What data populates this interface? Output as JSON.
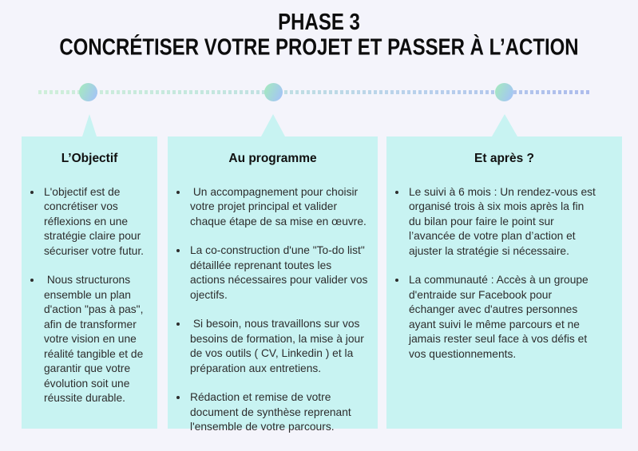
{
  "header": {
    "line1": "PHASE 3",
    "line2": "CONCRÉTISER VOTRE PROJET ET PASSER À L’ACTION"
  },
  "timeline": {
    "dot_count": 3,
    "dot_gradient_start": "#a5e5c5",
    "dot_gradient_end": "#a4c6f3",
    "line_gradient_start": "#cfeeda",
    "line_gradient_end": "#adbcec"
  },
  "colors": {
    "background": "#f4f4fb",
    "card_background": "#c8f3f2",
    "title_text": "#0d0d0d",
    "body_text": "#2d2d2d"
  },
  "cards": [
    {
      "title": "L’Objectif",
      "bullets": [
        "L'objectif est de concrétiser vos réflexions en une stratégie claire pour sécuriser votre futur.",
        " Nous structurons ensemble un plan d'action \"pas à pas\", afin de transformer votre vision en une réalité tangible et de garantir que votre évolution soit une réussite durable."
      ]
    },
    {
      "title": "Au programme",
      "bullets": [
        " Un accompagnement pour choisir votre projet principal et valider chaque étape de sa mise en œuvre.",
        "La co-construction d'une \"To-do list\" détaillée reprenant toutes les actions nécessaires pour valider vos ojectifs.",
        " Si besoin, nous travaillons sur vos besoins de formation, la mise à jour de vos outils ( CV, Linkedin ) et la préparation aux entretiens.",
        "Rédaction et remise de votre document de synthèse reprenant l'ensemble de votre parcours."
      ]
    },
    {
      "title": "Et après ?",
      "bullets": [
        "Le suivi à 6 mois : Un rendez-vous est organisé trois à six mois après la fin du bilan pour faire le point sur l’avancée de votre plan d’action et ajuster la stratégie si nécessaire.",
        "La communauté : Accès à un groupe d'entraide sur Facebook pour échanger avec d'autres personnes ayant suivi le même parcours et ne jamais rester seul face à vos défis et vos questionnements."
      ]
    }
  ]
}
